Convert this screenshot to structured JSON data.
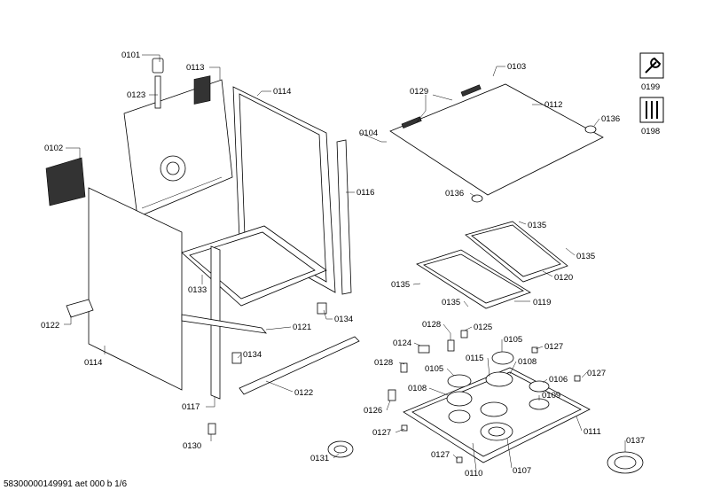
{
  "diagram": {
    "footer": "58300000149991 aet 000 b 1/6",
    "labels": [
      {
        "id": "0101"
      },
      {
        "id": "0113"
      },
      {
        "id": "0123"
      },
      {
        "id": "0114"
      },
      {
        "id": "0102"
      },
      {
        "id": "0116"
      },
      {
        "id": "0133"
      },
      {
        "id": "0122"
      },
      {
        "id": "0134"
      },
      {
        "id": "0121"
      },
      {
        "id": "0114"
      },
      {
        "id": "0134"
      },
      {
        "id": "0117"
      },
      {
        "id": "0122"
      },
      {
        "id": "0130"
      },
      {
        "id": "0131"
      },
      {
        "id": "0103"
      },
      {
        "id": "0129"
      },
      {
        "id": "0112"
      },
      {
        "id": "0136"
      },
      {
        "id": "0104"
      },
      {
        "id": "0136"
      },
      {
        "id": "0135"
      },
      {
        "id": "0135"
      },
      {
        "id": "0135"
      },
      {
        "id": "0120"
      },
      {
        "id": "0119"
      },
      {
        "id": "0135"
      },
      {
        "id": "0128"
      },
      {
        "id": "0125"
      },
      {
        "id": "0124"
      },
      {
        "id": "0105"
      },
      {
        "id": "0127"
      },
      {
        "id": "0128"
      },
      {
        "id": "0105"
      },
      {
        "id": "0115"
      },
      {
        "id": "0108"
      },
      {
        "id": "0127"
      },
      {
        "id": "0106"
      },
      {
        "id": "0108"
      },
      {
        "id": "0109"
      },
      {
        "id": "0126"
      },
      {
        "id": "0127"
      },
      {
        "id": "0111"
      },
      {
        "id": "0137"
      },
      {
        "id": "0127"
      },
      {
        "id": "0110"
      },
      {
        "id": "0107"
      },
      {
        "id": "0199"
      },
      {
        "id": "0198"
      }
    ],
    "icons": [
      "wrench-icon",
      "tools-icon"
    ]
  }
}
